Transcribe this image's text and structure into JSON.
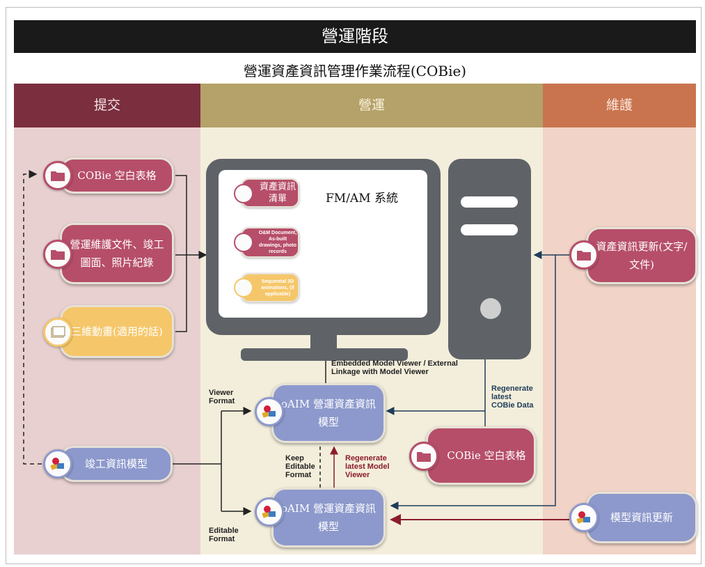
{
  "title": "營運階段",
  "subtitle": "營運資產資訊管理作業流程(COBie)",
  "columns": {
    "submit": "提交",
    "operation": "營運",
    "maintenance": "維護"
  },
  "submit_items": {
    "cobie_blank_form": "COBie 空白表格",
    "om_documents": "營運維護文件、竣工圖面、照片紀錄",
    "animation_3d": "三維動畫(適用的話)",
    "as_built_model": "竣工資訊模型"
  },
  "system": {
    "title": "FM/AM 系統",
    "asset_list": "資產資訊清單",
    "om_docs_en": "O&M Document, As-built drawings, photo records",
    "animation_en": "Sequential 3D animations, (if applicable)"
  },
  "models": {
    "oaim_viewer": "oAIM 營運資產資訊模型",
    "oaim_editable": "oAIM 營運資產資訊模型",
    "cobie_blank_form_center": "COBie 空白表格"
  },
  "maintenance_items": {
    "asset_info_update": "資產資訊更新(文字/文件)",
    "model_info_update": "模型資訊更新"
  },
  "labels": {
    "embedded_viewer": "Embedded Model Viewer / External Linkage with Model Viewer",
    "viewer_format": "Viewer Format",
    "editable_format": "Editable Format",
    "keep_editable_format": "Keep Editable Format",
    "regenerate_model_viewer": "Regenerate latest Model Viewer",
    "regenerate_cobie": "Regenerate latest COBie Data"
  },
  "colors": {
    "submit_header": "#7a2e3e",
    "operation_header": "#b5a26a",
    "maintenance_header": "#c9744f",
    "pink_box": "#b64e69",
    "yellow_box": "#f5c76a",
    "blue_box": "#8d99cc",
    "arrow_blue": "#1f3d5a",
    "arrow_red": "#8b1c2b"
  },
  "icons": [
    "folder-icon",
    "document-stack-icon",
    "model-blocks-icon"
  ]
}
